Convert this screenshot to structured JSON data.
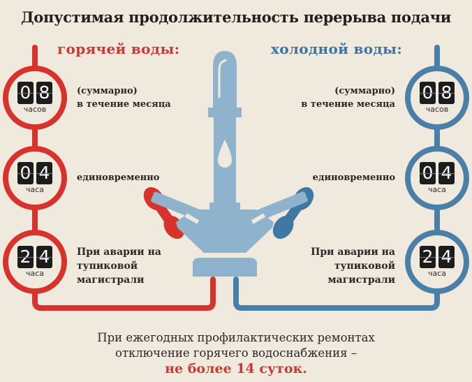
{
  "title": "Допустимая продолжительность перерыва подачи",
  "hot": {
    "heading": "горячей воды:",
    "color": "#d7322b",
    "items": [
      {
        "digits": [
          "0",
          "8"
        ],
        "unit": "часов",
        "text_lines": [
          "(суммарно)",
          "в течение месяца"
        ]
      },
      {
        "digits": [
          "0",
          "4"
        ],
        "unit": "часа",
        "text_lines": [
          "единовременно"
        ]
      },
      {
        "digits": [
          "2",
          "4"
        ],
        "unit": "часа",
        "text_lines": [
          "При аварии на",
          "тупиковой",
          "магистрали"
        ]
      }
    ]
  },
  "cold": {
    "heading": "холодной воды:",
    "color": "#4a7fa8",
    "items": [
      {
        "digits": [
          "0",
          "8"
        ],
        "unit": "часов",
        "text_lines": [
          "(суммарно)",
          "в течение месяца"
        ]
      },
      {
        "digits": [
          "0",
          "4"
        ],
        "unit": "часа",
        "text_lines": [
          "единовременно"
        ]
      },
      {
        "digits": [
          "2",
          "4"
        ],
        "unit": "часа",
        "text_lines": [
          "При аварии на",
          "тупиковой",
          "магистрали"
        ]
      }
    ]
  },
  "faucet": {
    "icon": "faucet-icon",
    "color": "#8fb3cc"
  },
  "footer": {
    "line1": "При ежегодных профилактических ремонтах",
    "line2": "отключение горячего водоснабжения –",
    "accent": "не более 14 суток."
  }
}
